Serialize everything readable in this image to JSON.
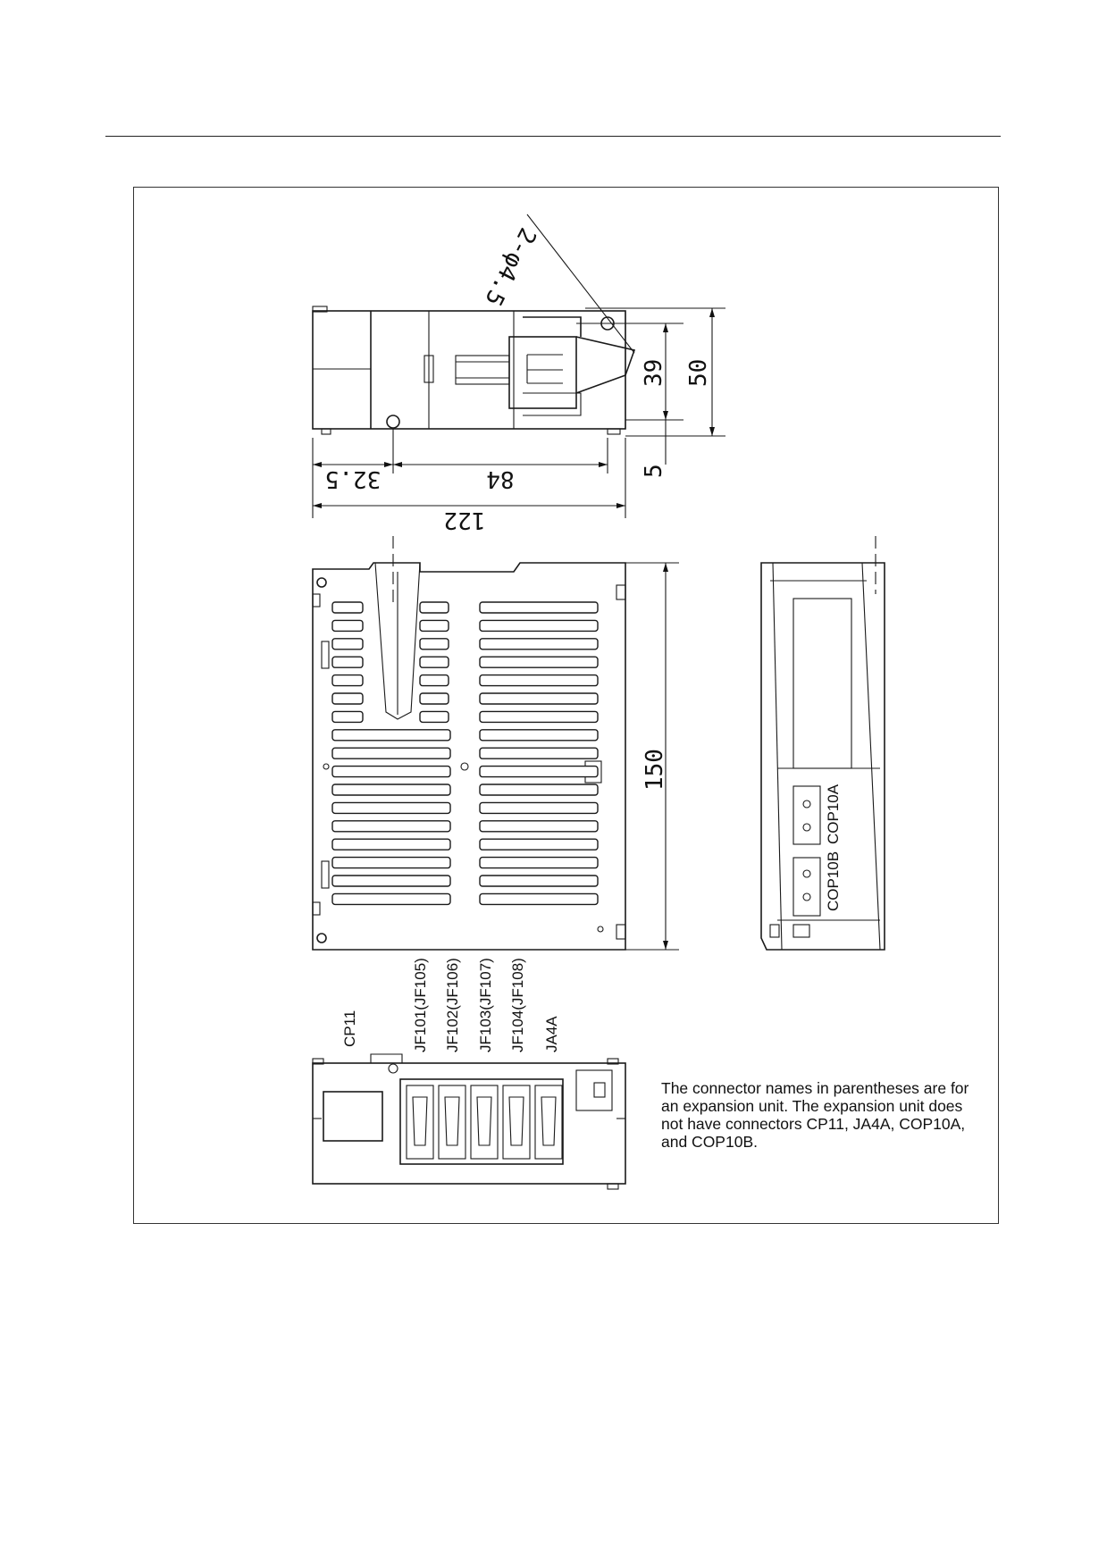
{
  "dimensions": {
    "hole": "2-φ4.5",
    "d39": "39",
    "d50": "50",
    "d5": "5",
    "d32_5": "32.5",
    "d84": "84",
    "d122": "122",
    "d150": "150"
  },
  "side_labels": {
    "cop10a": "COP10A",
    "cop10b": "COP10B"
  },
  "bottom_connectors": [
    "CP11",
    "JF101(JF105)",
    "JF102(JF106)",
    "JF103(JF107)",
    "JF104(JF108)",
    "JA4A"
  ],
  "note": "The connector names in parentheses are for an expansion unit.  The expansion unit does not have connectors CP11, JA4A, COP10A, and COP10B."
}
